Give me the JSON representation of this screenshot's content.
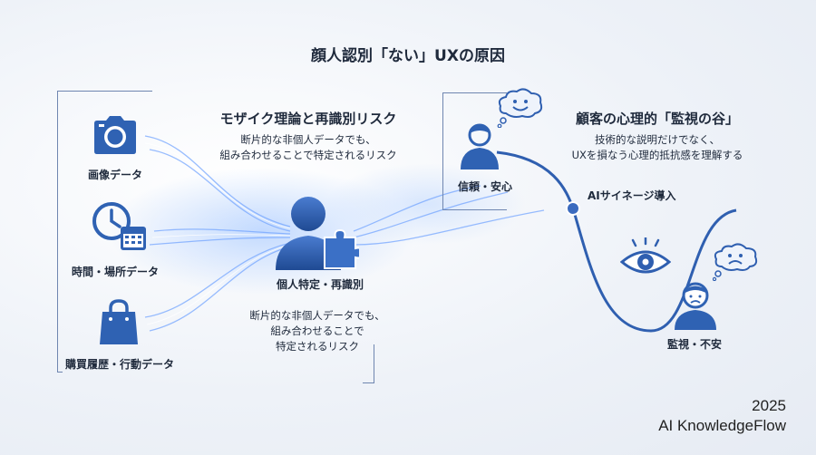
{
  "title": "顔人認別「ない」UXの原因",
  "left": {
    "items": [
      {
        "label": "画像データ",
        "icon": "camera-icon"
      },
      {
        "label": "時間・場所データ",
        "icon": "clock-calendar-icon"
      },
      {
        "label": "購買履歴・行動データ",
        "icon": "shopping-bag-icon"
      }
    ]
  },
  "middle": {
    "heading": "モザイク理論と再識別リスク",
    "sub": [
      "断片的な非個人データでも、",
      "組み合わせることで特定されるリスク"
    ],
    "node_label": "個人特定・再識別",
    "node_sub": [
      "断片的な非個人データでも、",
      "組み合わせることで",
      "特定されるリスク"
    ]
  },
  "right": {
    "heading": "顧客の心理的「監視の谷」",
    "sub": [
      "技術的な説明だけでなく、",
      "UXを損なう心理的抵抗感を理解する"
    ],
    "start_label": "信頼・安心",
    "point_label": "AIサイネージ導入",
    "end_label": "監視・不安"
  },
  "footer": {
    "year": "2025",
    "brand": "AI KnowledgeFlow"
  },
  "colors": {
    "accent": "#2f5fb0",
    "icon_blue": "#2f62b3",
    "line": "#3a64a8"
  }
}
